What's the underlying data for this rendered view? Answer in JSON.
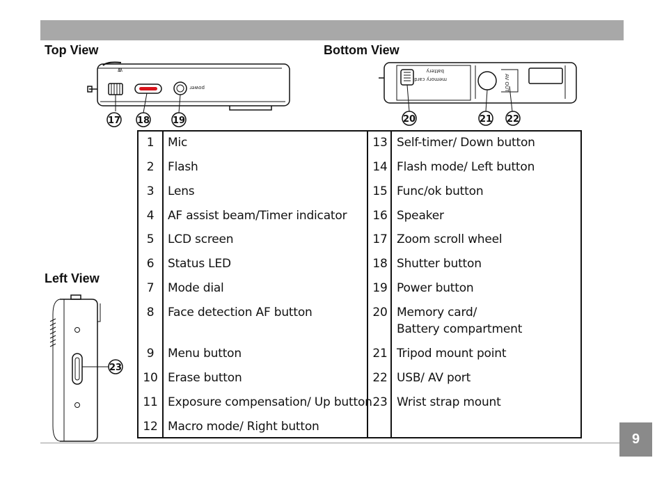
{
  "section_titles": {
    "top_view": "Top View",
    "bottom_view": "Bottom View",
    "left_view": "Left View"
  },
  "callouts": {
    "c17": "17",
    "c18": "18",
    "c19": "19",
    "c20": "20",
    "c21": "21",
    "c22": "22",
    "c23": "23"
  },
  "device_print": {
    "power": "power",
    "zoom_w": "W",
    "zoom_t": "T",
    "memory_card": "memory card",
    "battery": "battery",
    "av_out": "AV OUT"
  },
  "legend": {
    "left_column": [
      {
        "num": "1",
        "label": "Mic"
      },
      {
        "num": "2",
        "label": "Flash"
      },
      {
        "num": "3",
        "label": "Lens"
      },
      {
        "num": "4",
        "label": "AF assist beam/Timer indicator"
      },
      {
        "num": "5",
        "label": "LCD screen"
      },
      {
        "num": "6",
        "label": "Status LED"
      },
      {
        "num": "7",
        "label": "Mode dial"
      },
      {
        "num": "8",
        "label": "Face detection AF button"
      },
      {
        "num": "9",
        "label": "Menu button"
      },
      {
        "num": "10",
        "label": "Erase button"
      },
      {
        "num": "11",
        "label": "Exposure compensation/ Up button"
      },
      {
        "num": "12",
        "label": "Macro mode/ Right button"
      }
    ],
    "right_column": [
      {
        "num": "13",
        "label": "Self-timer/ Down button"
      },
      {
        "num": "14",
        "label": "Flash mode/ Left button"
      },
      {
        "num": "15",
        "label": "Func/ok button"
      },
      {
        "num": "16",
        "label": "Speaker"
      },
      {
        "num": "17",
        "label": "Zoom scroll wheel"
      },
      {
        "num": "18",
        "label": "Shutter button"
      },
      {
        "num": "19",
        "label": "Power button"
      },
      {
        "num": "20",
        "label_line1": "Memory card/",
        "label_line2": "Battery compartment"
      },
      {
        "num": "21",
        "label": "Tripod mount point"
      },
      {
        "num": "22",
        "label": "USB/ AV port"
      },
      {
        "num": "23",
        "label": "Wrist strap mount"
      }
    ]
  },
  "page_number": "9"
}
